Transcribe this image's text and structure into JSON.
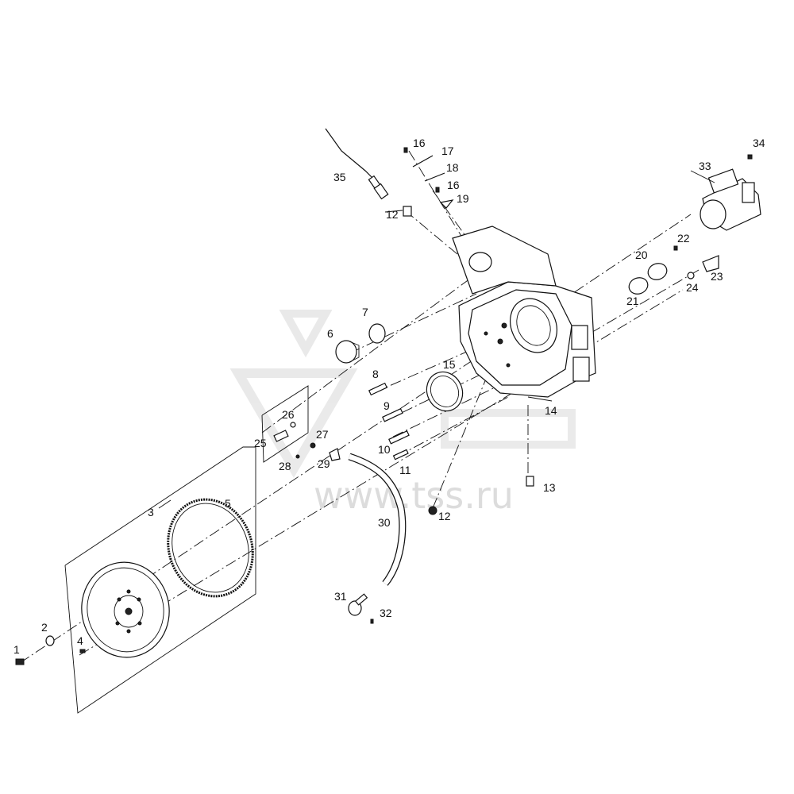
{
  "watermark": "www.tss.ru",
  "callouts": [
    "1",
    "2",
    "3",
    "4",
    "5",
    "6",
    "7",
    "8",
    "9",
    "10",
    "11",
    "12",
    "12",
    "13",
    "14",
    "15",
    "16",
    "16",
    "17",
    "18",
    "19",
    "20",
    "21",
    "22",
    "23",
    "24",
    "25",
    "26",
    "27",
    "28",
    "29",
    "30",
    "31",
    "32",
    "33",
    "34",
    "35"
  ]
}
